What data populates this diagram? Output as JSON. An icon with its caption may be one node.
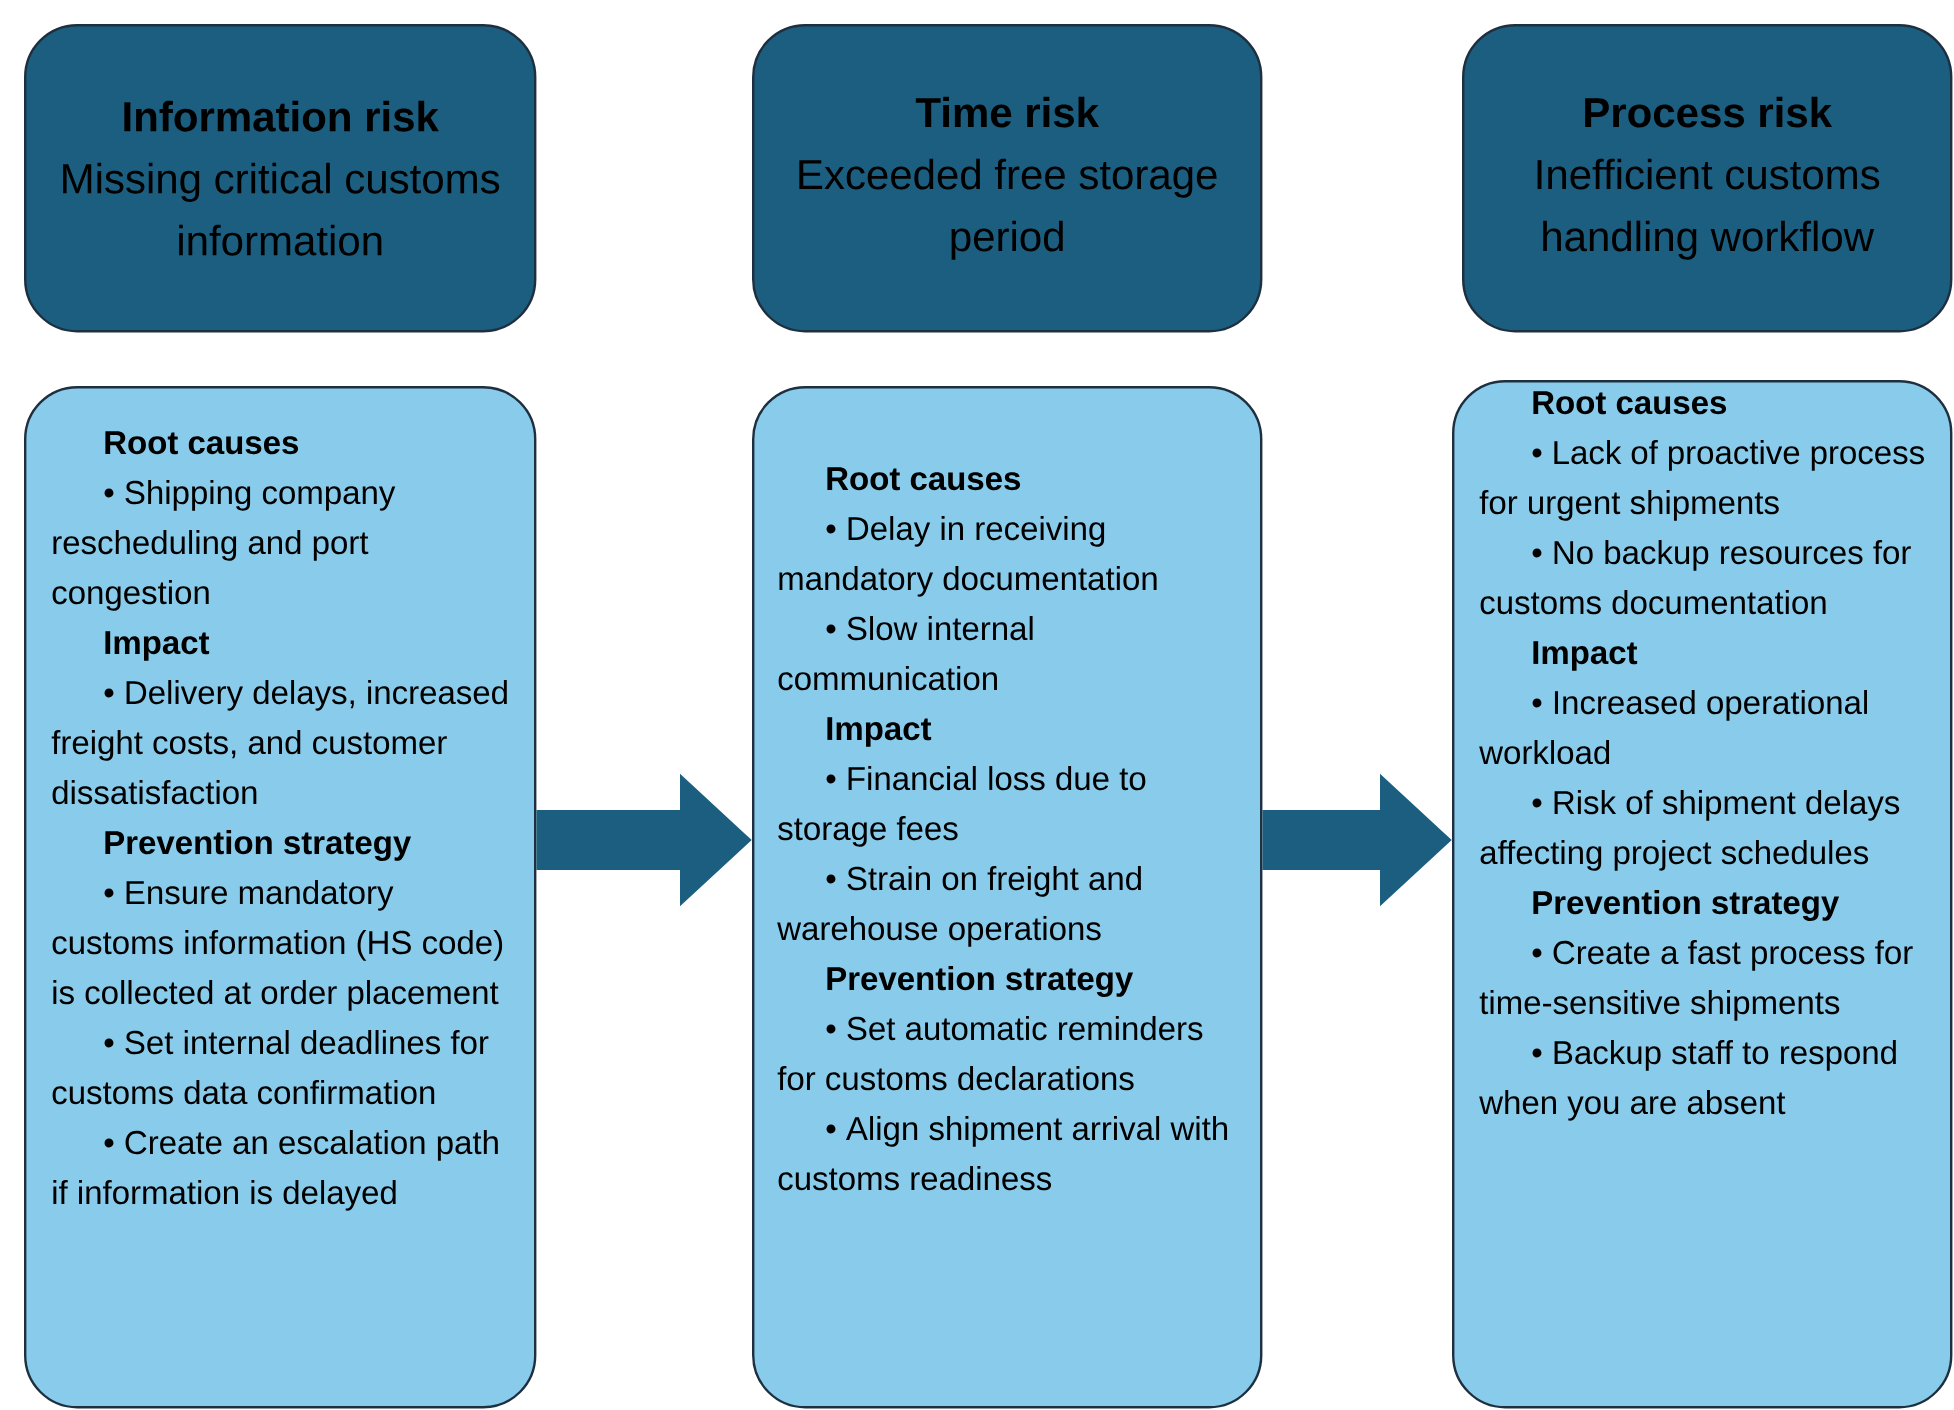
{
  "diagram": {
    "nodes": [
      {
        "text": [
          "Information risk",
          "Missing critical customs information"
        ]
      },
      {
        "text": [
          "Time risk",
          "Exceeded free storage period"
        ]
      },
      {
        "text": [
          "Process risk",
          "Inefficient customs handling workflow"
        ]
      },
      {
        "text": [
          "Root causes",
          "• Shipping company rescheduling and port congestion",
          "Impact",
          "• Delivery delays, increased freight costs, and customer dissatisfaction",
          "Prevention strategy",
          "• Ensure mandatory customs information (HS code) is collected at order placement",
          "• Set internal deadlines for customs data confirmation",
          "• Create an escalation path if information is delayed"
        ]
      },
      {
        "text": [
          "Root causes",
          "• Delay in receiving mandatory documentation",
          "• Slow internal communication",
          "Impact",
          "• Financial loss due to storage fees",
          "• Strain on freight and warehouse operations",
          "Prevention strategy",
          "• Set automatic reminders for customs declarations",
          "• Align shipment arrival with customs readiness"
        ]
      },
      {
        "text": [
          "Root causes",
          "• Lack of proactive process for urgent shipments",
          "• No backup resources for customs documentation",
          "Impact",
          "• Increased operational workload",
          "• Risk of shipment delays affecting project schedules",
          "Prevention strategy",
          "• Create a fast process for time-sensitive shipments",
          "• Backup staff to respond when you are absent"
        ]
      }
    ],
    "edges": [
      {
        "from": 3,
        "to": 4,
        "arrow": "to"
      },
      {
        "from": 4,
        "to": 5,
        "arrow": "to"
      }
    ]
  }
}
